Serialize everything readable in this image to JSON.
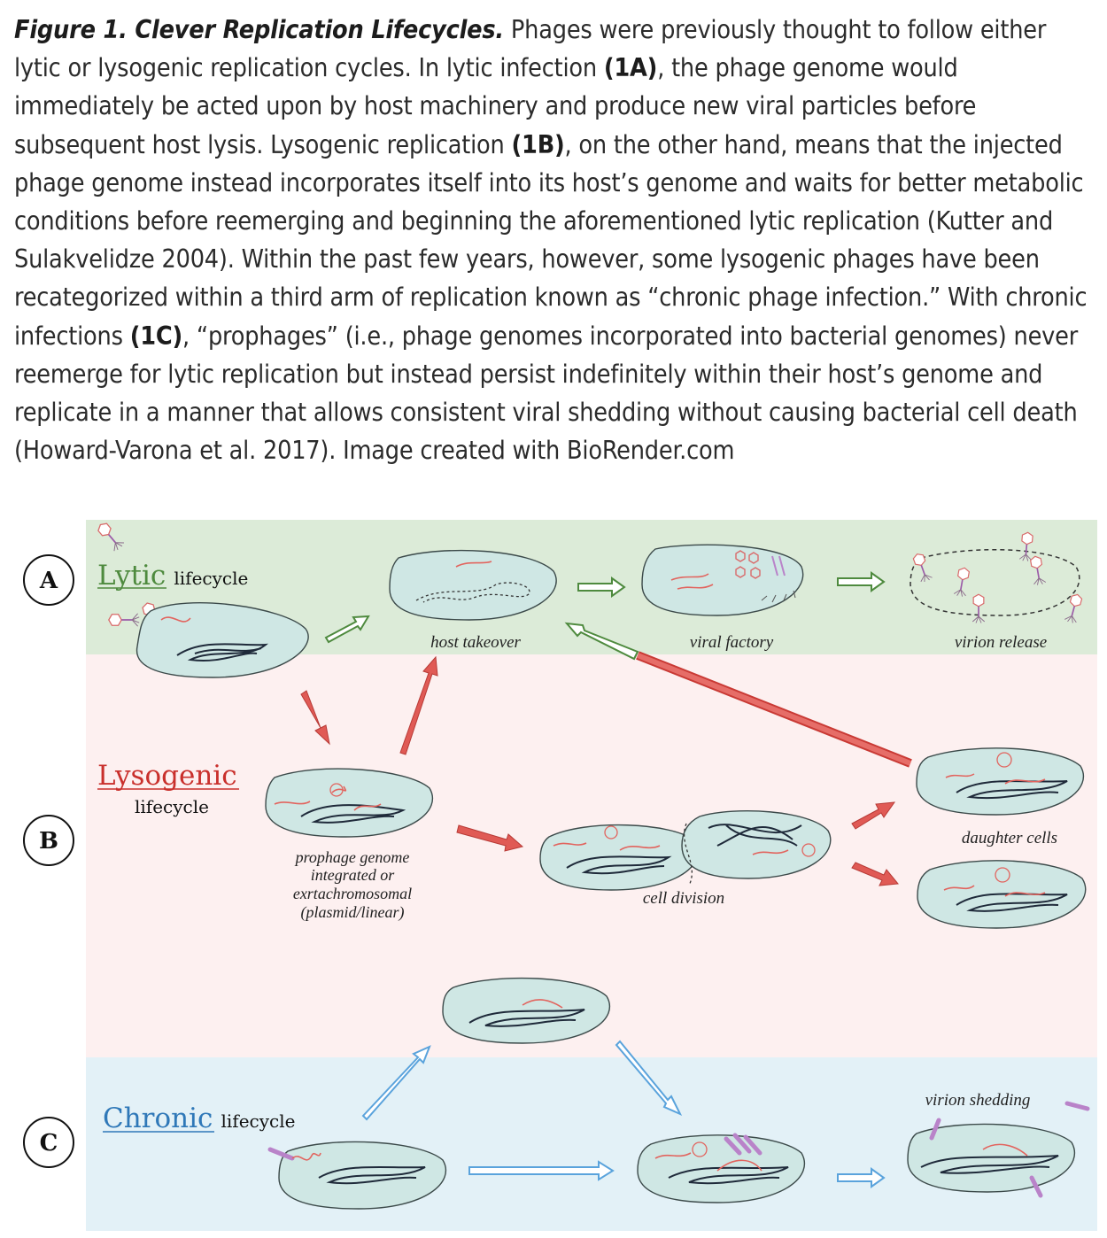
{
  "caption": {
    "title": "Figure 1. Clever Replication Lifecycles.",
    "seg1": " Phages were previously thought to follow either lytic or lysogenic replication cycles. In lytic infection ",
    "ref_a": "(1A)",
    "seg2": ", the phage genome would immediately be acted upon by host machinery and produce new viral particles before subsequent host lysis. Lysogenic replication ",
    "ref_b": "(1B)",
    "seg3": ", on the other hand, means that the injected phage genome instead incorporates itself into its host’s genome and waits for better metabolic conditions before reemerging and beginning the aforementioned lytic replication (Kutter and Sulakvelidze 2004). Within the past few years, however, some lysogenic phages have been recategorized within a third arm of replication known as “chronic phage infection.” With chronic infections ",
    "ref_c": "(1C)",
    "seg4": ", “prophages” (i.e., phage genomes incorporated into bacterial genomes) never reemerge for lytic replication but instead persist indefinitely within their host’s genome and replicate in a manner that allows consistent viral shedding without causing bacterial cell death (Howard-Varona et al. 2017). Image created with BioRender.com"
  },
  "diagram": {
    "colors": {
      "lytic_band": "#dcebd8",
      "lysogenic_band": "#fdf0f0",
      "chronic_band": "#e3f1f7",
      "cell_fill": "#cfe7e4",
      "lytic_text": "#4e8a3e",
      "lysogenic_text": "#c9302c",
      "chronic_text": "#2f78b8",
      "red_arrow": "#e05a55",
      "blue_arrow": "#5aa3dc",
      "green_arrow": "#4e8a3e",
      "dna_dark": "#1f2a3a",
      "dna_red": "#e2645e",
      "phage_purple": "#b983c9"
    },
    "panels": {
      "a": {
        "badge": "A",
        "name": "Lytic",
        "suffix": "lifecycle",
        "labels": {
          "host_takeover": "host takeover",
          "viral_factory": "viral factory",
          "virion_release": "virion release"
        }
      },
      "b": {
        "badge": "B",
        "name": "Lysogenic",
        "suffix": "lifecycle",
        "labels": {
          "prophage_1": "prophage genome",
          "prophage_2": "integrated or",
          "prophage_3": "exrtachromosomal",
          "prophage_4": "(plasmid/linear)",
          "cell_division": "cell division",
          "daughter_cells": "daughter cells"
        }
      },
      "c": {
        "badge": "C",
        "name": "Chronic",
        "suffix": "lifecycle",
        "labels": {
          "virion_shedding": "virion shedding"
        }
      }
    }
  }
}
